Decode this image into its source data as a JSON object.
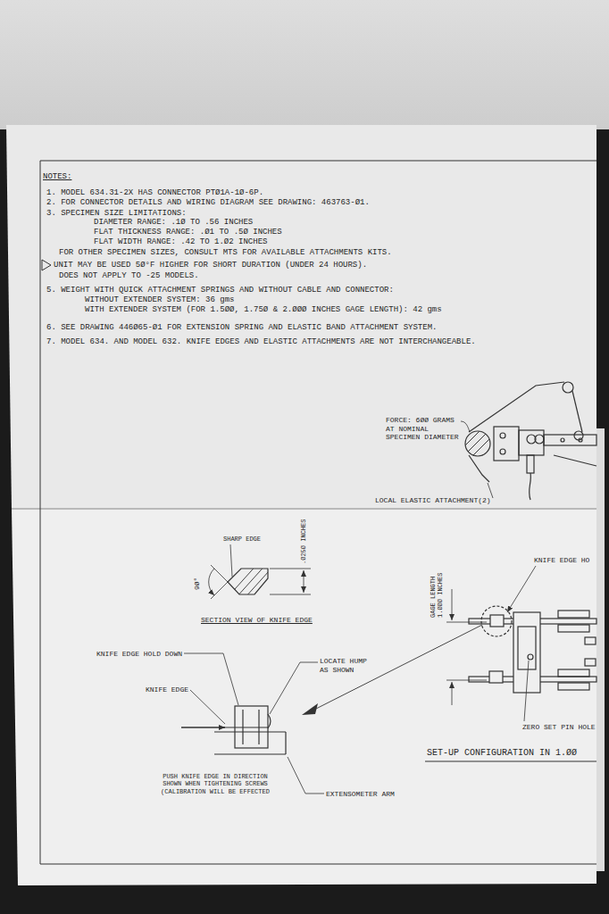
{
  "diagram": {
    "labels": [
      "NOTES:",
      "1. MODEL 634.31-2X HAS CONNECTOR PTØ1A-1Ø-6P.",
      "2. FOR CONNECTOR DETAILS AND WIRING DIAGRAM SEE DRAWING: 463763-Ø1.",
      "3. SPECIMEN SIZE LIMITATIONS:",
      "DIAMETER RANGE: .1Ø TO .56 INCHES",
      "FLAT THICKNESS RANGE: .Ø1 TO .5Ø INCHES",
      "FLAT WIDTH RANGE: .42 TO 1.Ø2 INCHES",
      "FOR OTHER SPECIMEN SIZES, CONSULT MTS FOR AVAILABLE ATTACHMENTS KITS.",
      "UNIT MAY BE USED 5Ø°F HIGHER FOR SHORT DURATION (UNDER 24 HOURS).",
      "DOES NOT APPLY TO -25 MODELS.",
      "5. WEIGHT WITH QUICK ATTACHMENT SPRINGS AND WITHOUT CABLE AND CONNECTOR:",
      "WITHOUT EXTENDER SYSTEM: 36 gms",
      "WITH EXTENDER SYSTEM (FOR 1.5ØØ, 1.75Ø & 2.ØØØ INCHES GAGE LENGTH): 42 gms",
      "6. SEE DRAWING 446Ø65-Ø1 FOR EXTENSION SPRING AND ELASTIC BAND ATTACHMENT SYSTEM.",
      "7. MODEL 634. AND MODEL 632. KNIFE EDGES AND ELASTIC ATTACHMENTS ARE NOT INTERCHANGEABLE.",
      "FORCE: 6ØØ GRAMS AT NOMINAL SPECIMEN DIAMETER",
      "LOCAL ELASTIC ATTACHMENT(2)",
      "SHARP EDGE",
      "9Ø°",
      ".Ø25Ø INCHES",
      "SECTION VIEW OF KNIFE EDGE",
      "KNIFE EDGE HOLD DOWN",
      "LOCATE HUMP AS SHOWN",
      "KNIFE EDGE",
      "PUSH KNIFE EDGE IN DIRECTION SHOWN WHEN TIGHTENING SCREWS (CALIBRATION WILL BE EFFECTED",
      "EXTENSOMETER ARM",
      "GAGE LENGTH 1.ØØØ INCHES",
      "KNIFE EDGE HO",
      "ZERO SET PIN HOLE",
      "SET-UP CONFIGURATION IN 1.ØØ"
    ]
  }
}
